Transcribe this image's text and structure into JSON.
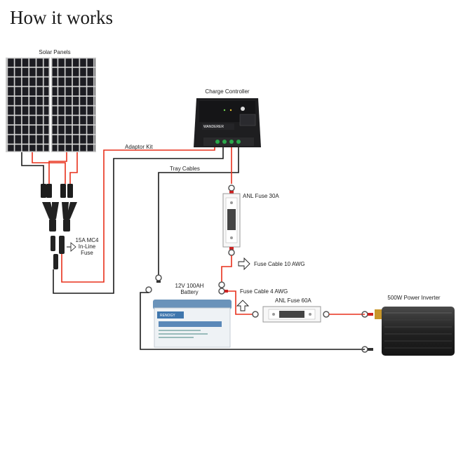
{
  "title": "How it works",
  "labels": {
    "solar_panels": "Solar Panels",
    "charge_controller": "Charge Controller",
    "adaptor_kit": "Adaptor Kit",
    "tray_cables": "Tray Cables",
    "anl_fuse_30a": "ANL Fuse 30A",
    "inline_fuse": [
      "15A MC4",
      "In-Line",
      "Fuse"
    ],
    "fuse_cable_10": "Fuse Cable 10 AWG",
    "battery": [
      "12V 100AH",
      "Battery"
    ],
    "fuse_cable_4": "Fuse Cable 4 AWG",
    "anl_fuse_60a": "ANL Fuse 60A",
    "inverter": "500W Power Inverter"
  },
  "product_text": {
    "controller_brand": "WANDERER",
    "battery_brand": "RENOGY"
  },
  "colors": {
    "wire_red": "#e8301c",
    "wire_black": "#1a1a1a",
    "panel_cell": "#1c1c1e",
    "panel_frame": "#c9c9c9",
    "battery_body": "#e9eef3",
    "battery_lid": "#5b86b0",
    "inverter_body": "#2b2b2b"
  }
}
